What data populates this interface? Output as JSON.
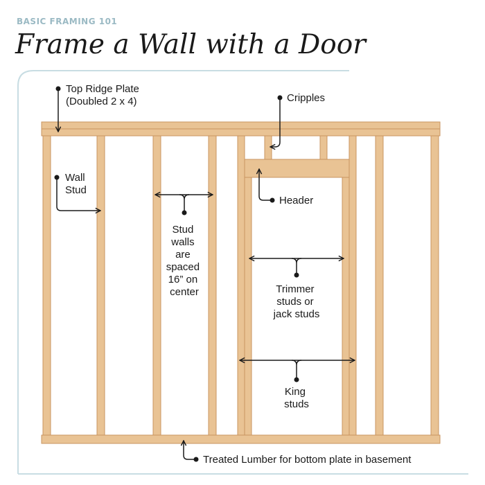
{
  "header": {
    "kicker": "BASIC FRAMING 101",
    "title": "Frame a Wall with a Door"
  },
  "labels": {
    "top_plate": [
      "Top Ridge Plate",
      "(Doubled 2 x 4)"
    ],
    "cripples": "Cripples",
    "wall_stud": [
      "Wall",
      "Stud"
    ],
    "header": "Header",
    "spacing": [
      "Stud",
      "walls",
      "are",
      "spaced",
      "16” on",
      "center"
    ],
    "trimmer": [
      "Trimmer",
      "studs or",
      "jack studs"
    ],
    "king": [
      "King",
      "studs"
    ],
    "bottom_plate": "Treated Lumber for bottom plate in basement"
  },
  "colors": {
    "wood": "#e9c394",
    "wood_edge": "#c99460",
    "frame_border": "#c8dde3",
    "kicker": "#9bbac4",
    "ink": "#1a1a1a"
  }
}
